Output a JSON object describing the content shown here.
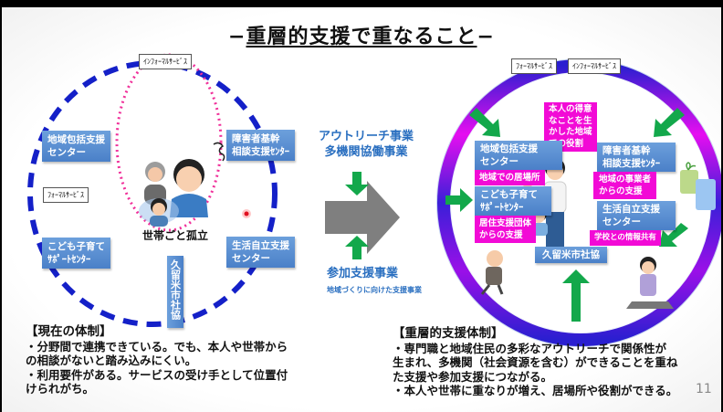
{
  "title": {
    "prefix": "−",
    "text": "重層的支援で重なること",
    "suffix": "−"
  },
  "left_diagram": {
    "tag_informal": "ｲﾝﾌｫｰﾏﾙｻｰﾋﾞｽ",
    "tag_formal": "ﾌｫｰﾏﾙｻｰﾋﾞｽ",
    "boxes": {
      "chiiki_houkatsu": [
        "地域包括支援",
        "センター"
      ],
      "shougaisha": [
        "障害者基幹",
        "相談支援ｾﾝﾀｰ"
      ],
      "kodomo": [
        "こども子育て",
        "ｻﾎﾟｰﾄｾﾝﾀｰ"
      ],
      "seikatsu": [
        "生活自立支援",
        "センター"
      ],
      "shakyo_vertical": "久留米市社協"
    },
    "isolation_label": "世帯ごと孤立",
    "icons": {
      "household": "isolated-household-illustration",
      "pointer": "laser-pointer-dot"
    }
  },
  "middle": {
    "top_lines": [
      "アウトリーチ事業",
      "多機関協働事業"
    ],
    "bottom_label": "参加支援事業",
    "bottom_sub": "地域づくりに向けた支援事業",
    "colors": {
      "text": "#2a6fc0",
      "arrow_green": "#13a84b",
      "big_arrow": "#7f7f7f"
    }
  },
  "right_diagram": {
    "tag_formal": "ﾌｫｰﾏﾙｻｰﾋﾞｽ",
    "tag_informal": "ｲﾝﾌｫｰﾏﾙｻｰﾋﾞｽ",
    "blue_boxes": {
      "chiiki_houkatsu": [
        "地域包括支援",
        "センター"
      ],
      "kodomo": [
        "こども子育て",
        "ｻﾎﾟｰﾄｾﾝﾀｰ"
      ],
      "shougaisha": [
        "障害者基幹",
        "相談支援ｾﾝﾀｰ"
      ],
      "seikatsu": [
        "生活自立支援",
        "センター"
      ],
      "shakyo": "久留米市社協"
    },
    "pink_boxes": {
      "tokui": [
        "本人の得意",
        "なことを生",
        "かした地域",
        "での役割"
      ],
      "ibasho": "地域での居場所",
      "kyojuu": [
        "居住支援団体",
        "からの支援"
      ],
      "jigyousha": [
        "地域の事業者",
        "からの支援"
      ],
      "gakkou": "学校との情報共有"
    },
    "colors": {
      "pink": "#f20ad6",
      "ring_blue": "#2a1fd0",
      "ring_magenta": "#e60ef0"
    }
  },
  "current_system": {
    "heading": "【現在の体制】",
    "lines": [
      "・分野間で連携できている。でも、本人や世帯から",
      "の相談がないと踏み込みにくい。",
      "・利用要件がある。サービスの受け手として位置付",
      "けられがち。"
    ]
  },
  "layered_system": {
    "heading": "【重層的支援体制】",
    "lines": [
      "・専門職と地域住民の多彩なアウトリーチで関係性が",
      "生まれ、多機関（社会資源を含む）ができることを重ね",
      "た支援や参加支援につながる。",
      "・本人や世帯に重なりが増え、居場所や役割ができる。"
    ]
  },
  "page_number": "11"
}
